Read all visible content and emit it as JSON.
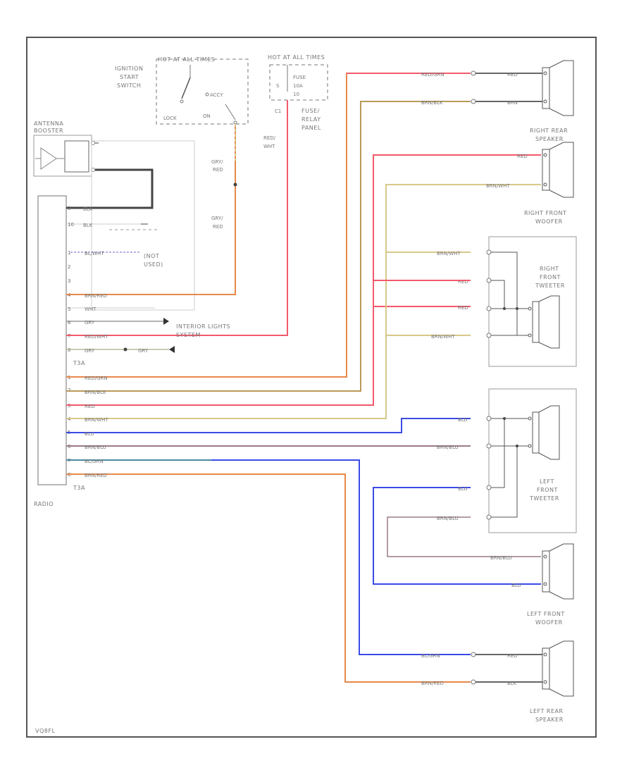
{
  "diagram": {
    "figure_id": "VQ8FL",
    "antenna_booster": [
      "ANTENNA",
      "BOOSTER"
    ],
    "radio": "RADIO",
    "connectors": {
      "top": "T3A",
      "bottom": "T3A"
    },
    "ignition_switch": {
      "title": [
        "IGNITION",
        "START",
        "SWITCH"
      ],
      "feed": "HOT AT ALL TIMES",
      "positions": {
        "lock": "LOCK",
        "acc": "ACCY",
        "on": "ON"
      }
    },
    "fuse_panel": {
      "feed": "HOT AT ALL TIMES",
      "label": [
        "FUSE/",
        "RELAY",
        "PANEL"
      ],
      "fuse": "FUSE",
      "fuse_rating": "10A",
      "pins": [
        "S",
        "10",
        "C1"
      ]
    },
    "not_used": [
      "(NOT",
      "USED)"
    ],
    "interior_lights": [
      "INTERIOR LIGHTS",
      "SYSTEM"
    ],
    "radio_pins": [
      "9",
      "10",
      "1",
      "2",
      "3",
      "4",
      "5",
      "6",
      "7",
      "8",
      "1",
      "2",
      "3",
      "4",
      "5",
      "6",
      "7",
      "8"
    ],
    "antenna_wires": [
      "BLK",
      "BLK"
    ],
    "wire_labels": {
      "bl_wht": "BL/WHT",
      "brn_red": "BRN/RED",
      "wht": "WHT",
      "gry": "GRY",
      "red_wht": "RED/WHT",
      "gry_short": "GRY",
      "gry_b": "GRY",
      "red_grn": "RED/GRN",
      "brn_blk": "BRN/BLK",
      "red": "RED",
      "brn_wht": "BRN/WHT",
      "blu": "BLU",
      "brn_blu": "BRN/BLU",
      "bl_grn": "BL/GRN",
      "brn_red_2": "BRN/RED",
      "gry_red_1": [
        "GRY/",
        "RED"
      ],
      "gry_red_2": [
        "GRY/",
        "RED"
      ],
      "red_wht_vert": [
        "RED/",
        "WHT"
      ],
      "rr_red_grn": "RED/GRN",
      "rr_brn_blk": "BRN/BLK",
      "rr_spk1": "RED",
      "rr_spk2": "BRN",
      "rfw_red": "RED",
      "rfw_brn_wht": "BRN/WHT",
      "rft_brn_wht": "BRN/WHT",
      "rft_red": "RED",
      "rft_red_2": "RED",
      "rft_brn_wht_2": "BRN/WHT",
      "lft_blu": "BLU",
      "lft_brn_blu": "BRN/BLU",
      "lft_blu_2": "BLU",
      "lft_brn_blu_2": "BRN/BLU",
      "lfw_brn_blu": "BRN/BLU",
      "lfw_blu": "BLU",
      "lr_bl_grn": "BL/GRN",
      "lr_brn_red": "BRN/RED",
      "lr_spk1": "RED",
      "lr_spk2": "BLK"
    },
    "components": {
      "right_rear": [
        "RIGHT REAR",
        "SPEAKER"
      ],
      "right_front_woofer": [
        "RIGHT FRONT",
        "WOOFER"
      ],
      "right_front_tweeter": [
        "RIGHT",
        "FRONT",
        "TWEETER"
      ],
      "left_front_tweeter": [
        "LEFT",
        "FRONT",
        "TWEETER"
      ],
      "left_front_woofer": [
        "LEFT FRONT",
        "WOOFER"
      ],
      "left_rear": [
        "LEFT REAR",
        "SPEAKER"
      ]
    },
    "colors": {
      "red": "#f25a6a",
      "brn_red": "#e8884a",
      "brn_tan": "#b89a5a",
      "tan": "#d8c88a",
      "blue": "#3a4ae8",
      "bl_grn": "#4a8aa0",
      "brn_blu": "#9a7a8a",
      "gray": "#9a9a9a",
      "black": "#444444",
      "purple": "#7a5acf"
    }
  }
}
